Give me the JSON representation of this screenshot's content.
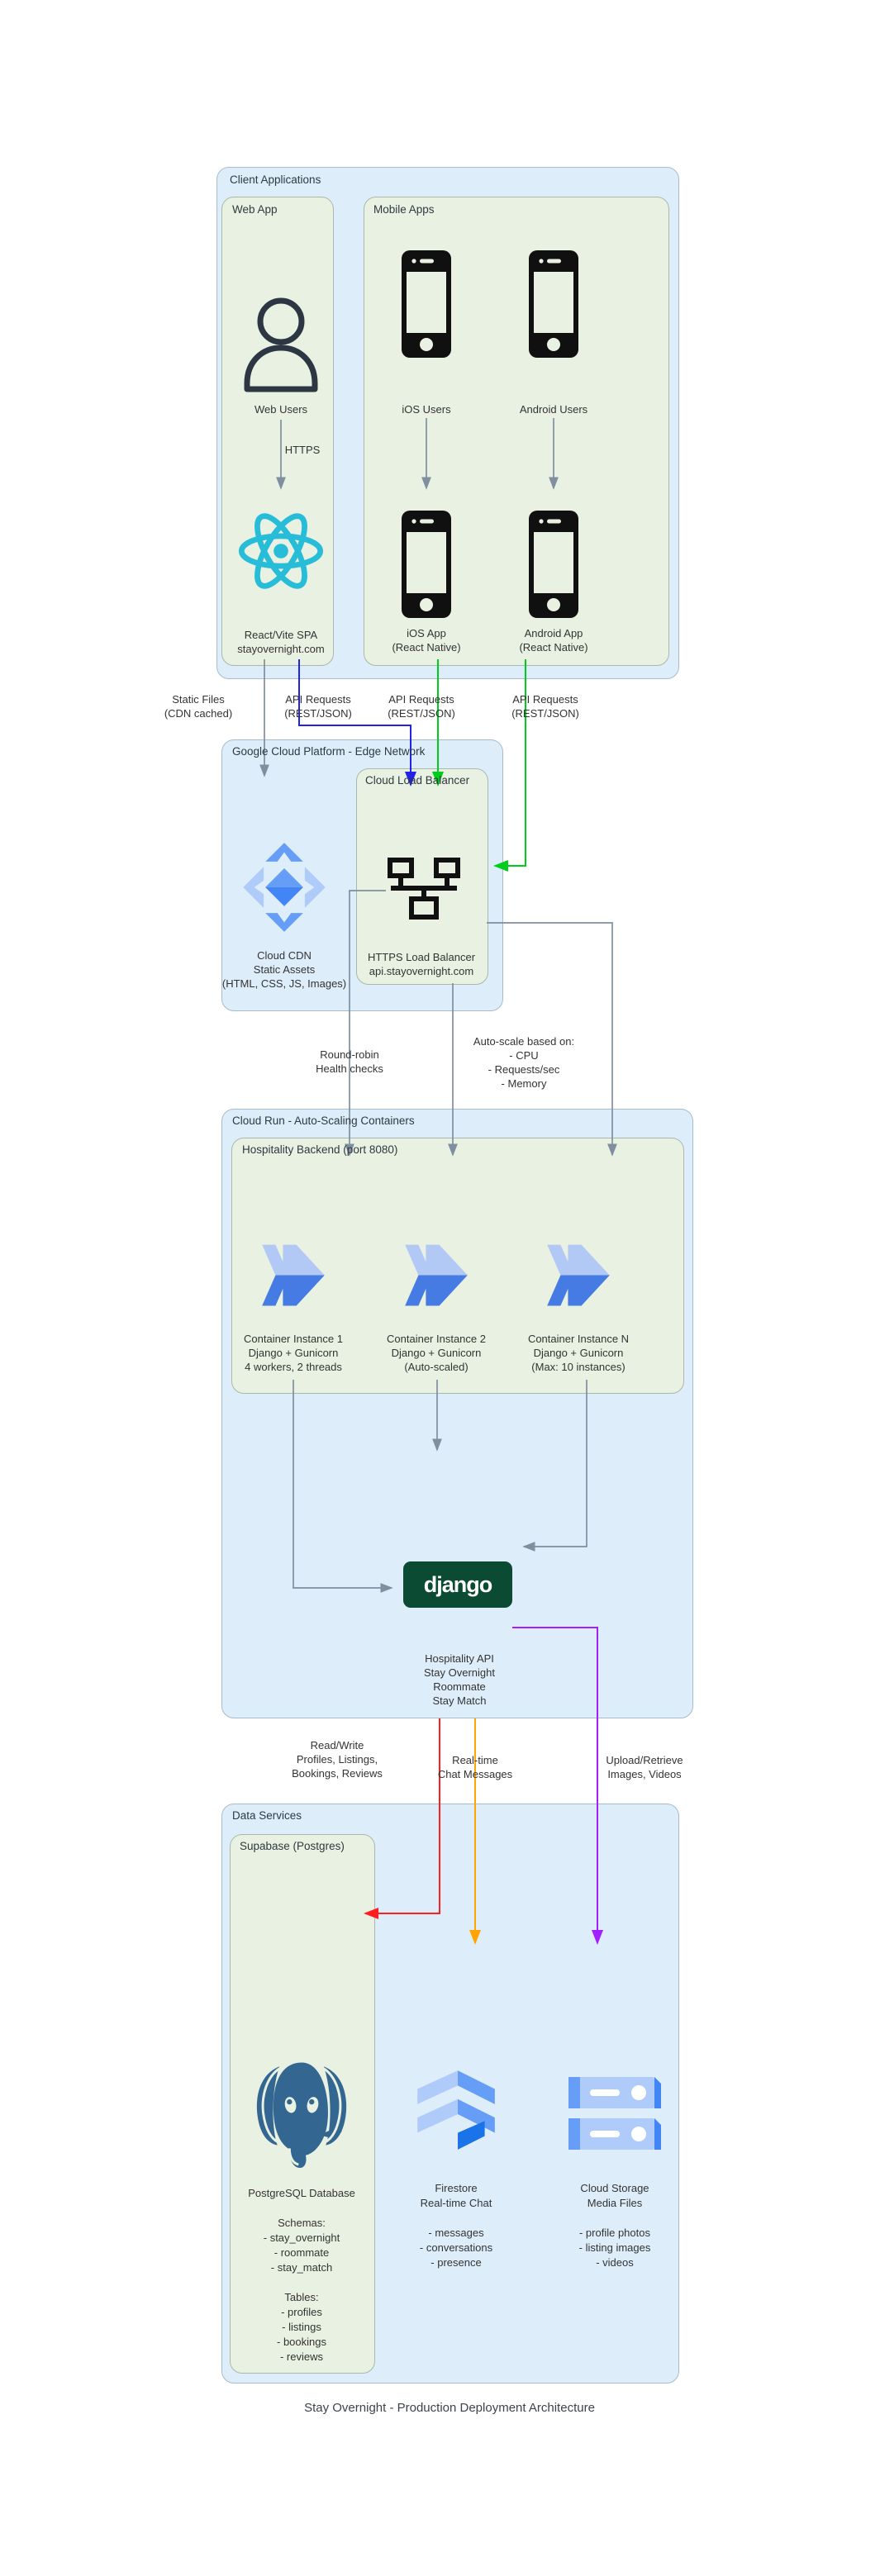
{
  "caption": "Stay Overnight - Production Deployment Architecture",
  "client": {
    "title": "Client Applications",
    "web": {
      "title": "Web App",
      "users": "Web Users",
      "https": "HTTPS",
      "spa": [
        "React/Vite SPA",
        "stayovernight.com"
      ]
    },
    "mobile": {
      "title": "Mobile Apps",
      "ios_users": "iOS Users",
      "android_users": "Android Users",
      "ios_app": [
        "iOS App",
        "(React Native)"
      ],
      "android_app": [
        "Android App",
        "(React Native)"
      ]
    }
  },
  "edge_row": {
    "static_files": [
      "Static Files",
      "(CDN cached)"
    ],
    "api_requests": [
      "API Requests",
      "(REST/JSON)"
    ]
  },
  "gcp": {
    "title": "Google Cloud Platform - Edge Network",
    "lb_title": "Cloud Load Balancer",
    "cdn": [
      "Cloud CDN",
      "Static Assets",
      "(HTML, CSS, JS, Images)"
    ],
    "lb": [
      "HTTPS Load Balancer",
      "api.stayovernight.com"
    ]
  },
  "mid_labels": {
    "round_robin": [
      "Round-robin",
      "Health checks"
    ],
    "autoscale": [
      "Auto-scale based on:",
      "- CPU",
      "- Requests/sec",
      "- Memory"
    ]
  },
  "run": {
    "title": "Cloud Run - Auto-Scaling Containers",
    "backend_title": "Hospitality Backend (port 8080)",
    "containers": [
      [
        "Container Instance 1",
        "Django + Gunicorn",
        "4 workers, 2 threads"
      ],
      [
        "Container Instance 2",
        "Django + Gunicorn",
        "(Auto-scaled)"
      ],
      [
        "Container Instance N",
        "Django + Gunicorn",
        "(Max: 10 instances)"
      ]
    ],
    "django_logo": "django",
    "api_label": [
      "Hospitality API",
      "Stay Overnight",
      "Roommate",
      "Stay Match"
    ]
  },
  "data_row": {
    "readwrite": [
      "Read/Write",
      "Profiles, Listings,",
      "Bookings, Reviews"
    ],
    "realtime": [
      "Real-time",
      "Chat Messages"
    ],
    "upload": [
      "Upload/Retrieve",
      "Images, Videos"
    ]
  },
  "data_services": {
    "title": "Data Services",
    "supabase_title": "Supabase (Postgres)",
    "postgres": [
      "PostgreSQL Database",
      "",
      "Schemas:",
      "- stay_overnight",
      "- roommate",
      "- stay_match",
      "",
      "Tables:",
      "- profiles",
      "- listings",
      "- bookings",
      "- reviews"
    ],
    "firestore": [
      "Firestore",
      "Real-time Chat",
      "",
      "- messages",
      "- conversations",
      "- presence"
    ],
    "storage": [
      "Cloud Storage",
      "Media Files",
      "",
      "- profile photos",
      "- listing images",
      "- videos"
    ]
  },
  "icons": {
    "web_users": "person-icon",
    "mobile": "smartphone-icon",
    "web_spa": "react-icon",
    "cdn": "cloud-cdn-icon",
    "load_balancer": "network-load-balancer-icon",
    "containers": "cloud-run-icon",
    "database": "postgresql-elephant-icon",
    "chat": "firestore-icon",
    "media": "cloud-storage-icon"
  },
  "colors": {
    "box_blue": "#ddeefa",
    "box_green": "#e9f1e2",
    "arrow_gray": "#7f8fa0",
    "arrow_blue": "#2222e8",
    "arrow_green": "#00cc1b",
    "arrow_red": "#ff1f1f",
    "arrow_orange": "#ffa400",
    "arrow_purple": "#a21fff",
    "django_green": "#0C4B33",
    "react_cyan": "#27bcd7",
    "postgres_blue": "#336791",
    "gcp_blue": "#4285f4",
    "gcp_blue_mid": "#669df6",
    "gcp_blue_light": "#aecbfa"
  }
}
